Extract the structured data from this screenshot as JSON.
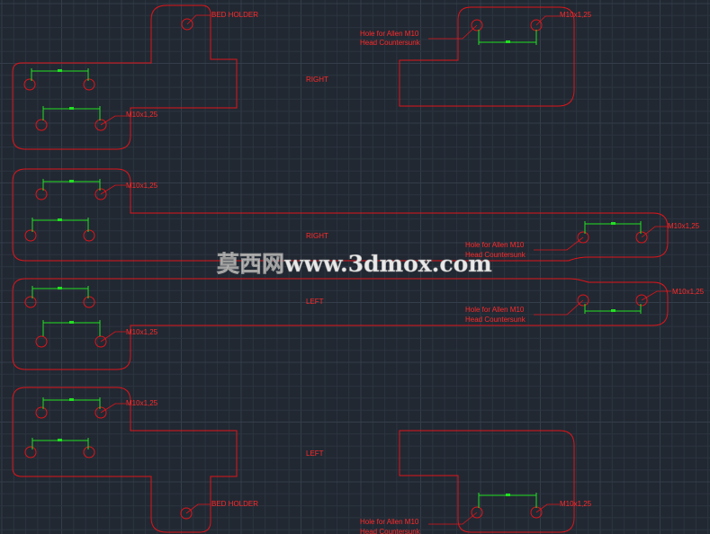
{
  "labels": {
    "bed_holder": "BED HOLDER",
    "right": "RIGHT",
    "left": "LEFT",
    "thread": "M10x1,25",
    "counter_1": "Hole for Allen M10",
    "counter_2": "Head Countersunk"
  },
  "watermark": "莫西网www.3dmox.com",
  "colors": {
    "background": "#212832",
    "outline": "#e0141a",
    "dimension": "#22e022",
    "text": "#ff2a2a"
  }
}
